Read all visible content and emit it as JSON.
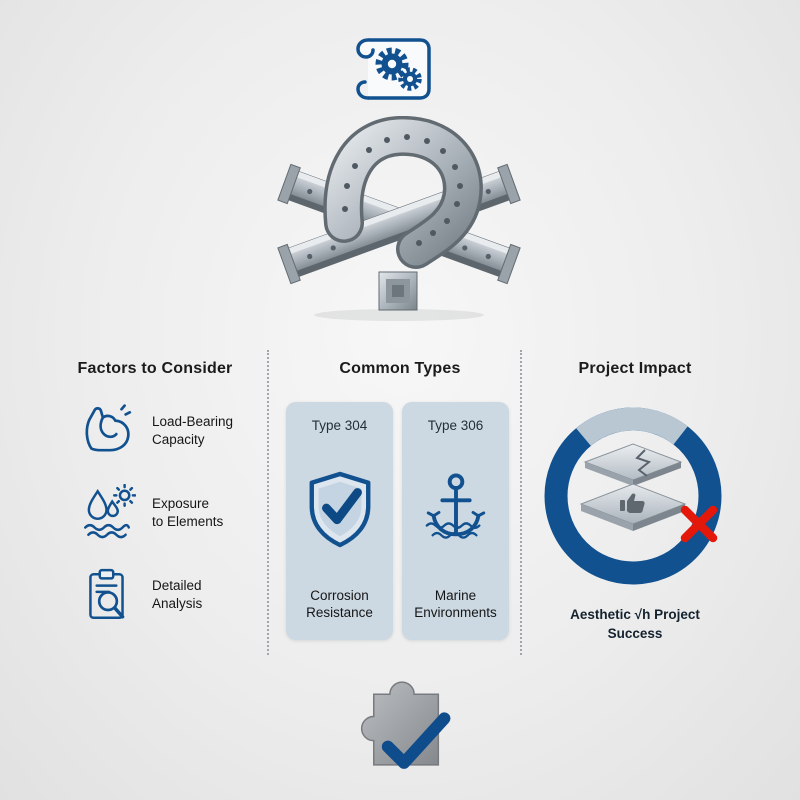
{
  "infographic": {
    "top_icon": "blueprint-gears-icon",
    "center_illustration": "steel-question-mark",
    "bottom_icon": "puzzle-check-icon",
    "factors": {
      "title": "Factors to Consider",
      "items": [
        {
          "icon": "flexed-arm-icon",
          "label": "Load-Bearing\nCapacity"
        },
        {
          "icon": "water-drops-sun-icon",
          "label": "Exposure\nto Elements"
        },
        {
          "icon": "clipboard-magnifier-icon",
          "label": "Detailed\nAnalysis"
        }
      ]
    },
    "types": {
      "title": "Common Types",
      "cards": [
        {
          "title": "Type 304",
          "icon": "shield-check-icon",
          "label": "Corrosion\nResistance"
        },
        {
          "title": "Type 306",
          "icon": "anchor-icon",
          "label": "Marine\nEnvironments"
        }
      ]
    },
    "impact": {
      "title": "Project Impact",
      "caption": "Aesthetic √h Project\nSuccess",
      "ring": {
        "main_color": "#11518f",
        "accent_color": "#b9c7d3"
      },
      "marks": {
        "fail": "red-x-icon",
        "pass": "thumbs-up-icon",
        "defect": "crack-icon"
      }
    },
    "colors": {
      "background": "#ececec",
      "accent_blue": "#11518f",
      "card_background": "#ccd8e2",
      "steel_light": "#dfe3e7",
      "steel_dark": "#6f777f",
      "error_red": "#e3170a",
      "text_dark": "#1b1b1b"
    }
  }
}
